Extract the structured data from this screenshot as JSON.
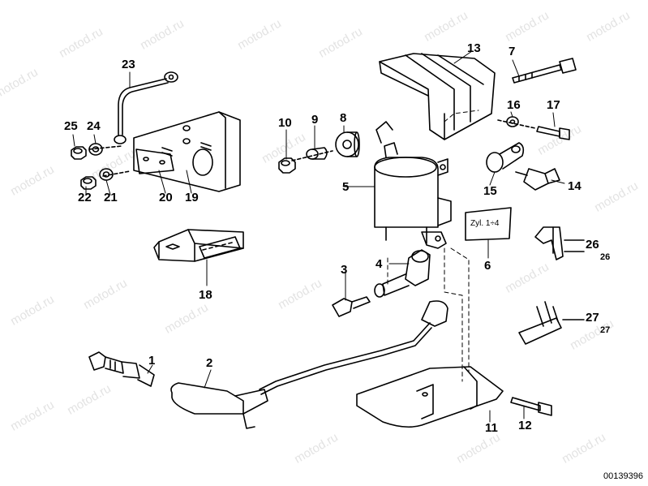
{
  "watermark": "motod.ru",
  "document_number": "00139396",
  "cyl_label": "Zyl. 1÷4",
  "callouts": {
    "p1": "1",
    "p2": "2",
    "p3": "3",
    "p4": "4",
    "p5": "5",
    "p6": "6",
    "p7": "7",
    "p8": "8",
    "p9": "9",
    "p10": "10",
    "p11": "11",
    "p12": "12",
    "p13": "13",
    "p14": "14",
    "p15": "15",
    "p16": "16",
    "p17": "17",
    "p18": "18",
    "p19": "19",
    "p20": "20",
    "p21": "21",
    "p22": "22",
    "p23": "23",
    "p24": "24",
    "p25": "25",
    "p26": "26",
    "p26b": "26",
    "p27": "27",
    "p27b": "27"
  },
  "colors": {
    "line": "#000000",
    "watermark": "#e3e3e3",
    "background": "#ffffff"
  }
}
